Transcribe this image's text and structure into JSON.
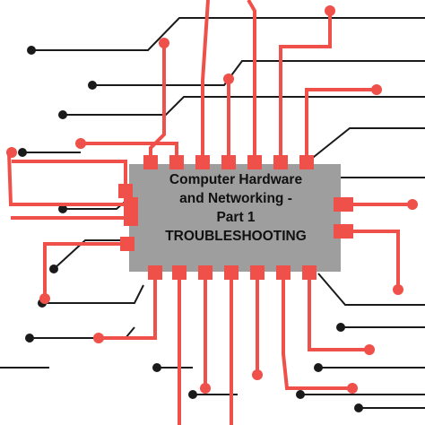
{
  "chip": {
    "line1": "Computer Hardware",
    "line2": "and Networking -",
    "line3": "Part 1",
    "line4": "TROUBLESHOOTING"
  },
  "colors": {
    "background": "#ffffff",
    "chip": "#9e9e9e",
    "trace_red": "#f0504a",
    "trace_dark": "#1a1a1a",
    "text": "#111111"
  }
}
